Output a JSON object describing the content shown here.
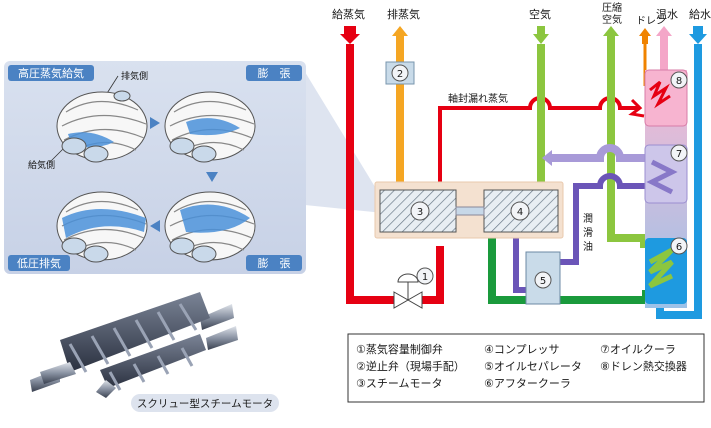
{
  "panel": {
    "top_left_label": "高圧蒸気給気",
    "top_right_label": "膨　張",
    "bottom_left_label": "低圧排気",
    "bottom_right_label": "膨　張",
    "exhaust_side": "排気側",
    "supply_side": "給気側"
  },
  "photo_caption": "スクリュー型スチームモータ",
  "pipes": {
    "steam_supply": "給蒸気",
    "steam_exhaust": "排蒸気",
    "air": "空気",
    "compressed_air_1": "圧縮",
    "compressed_air_2": "空気",
    "drain": "ドレン",
    "hot_water": "温水",
    "feed_water": "給水",
    "shaft_leak": "軸封漏れ蒸気",
    "lubricant_1": "潤",
    "lubricant_2": "滑",
    "lubricant_3": "油"
  },
  "components": {
    "c1": "1",
    "c2": "2",
    "c3": "3",
    "c4": "4",
    "c5": "5",
    "c6": "6",
    "c7": "7",
    "c8": "8"
  },
  "legend": [
    {
      "num": "①",
      "label": "蒸気容量制御弁"
    },
    {
      "num": "②",
      "label": "逆止弁（現場手配）"
    },
    {
      "num": "③",
      "label": "スチームモータ"
    },
    {
      "num": "④",
      "label": "コンプレッサ"
    },
    {
      "num": "⑤",
      "label": "オイルセパレータ"
    },
    {
      "num": "⑥",
      "label": "アフタークーラ"
    },
    {
      "num": "⑦",
      "label": "オイルクーラ"
    },
    {
      "num": "⑧",
      "label": "ドレン熱交換器"
    }
  ],
  "colors": {
    "steam": "#e60012",
    "exhaust": "#f5a623",
    "air": "#8cc63f",
    "oil": "#8878c8",
    "water": "#1e9ae0",
    "drain": "#f08300",
    "hotwater": "#f4a6c8"
  }
}
